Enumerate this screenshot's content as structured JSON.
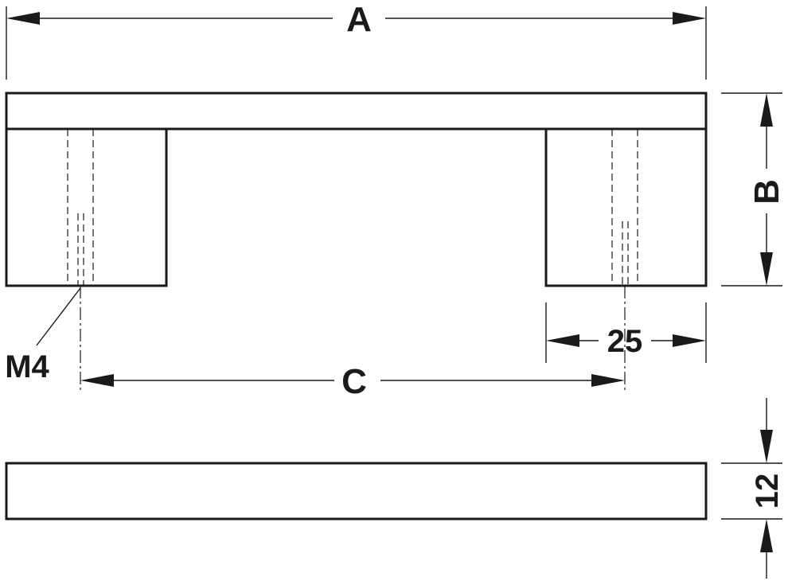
{
  "labels": {
    "overall_length": "A",
    "height": "B",
    "hole_spacing": "C",
    "leg_width": "25",
    "thread": "M4",
    "thickness": "12"
  },
  "colors": {
    "line": "#1a1a1a",
    "background": "#ffffff"
  }
}
